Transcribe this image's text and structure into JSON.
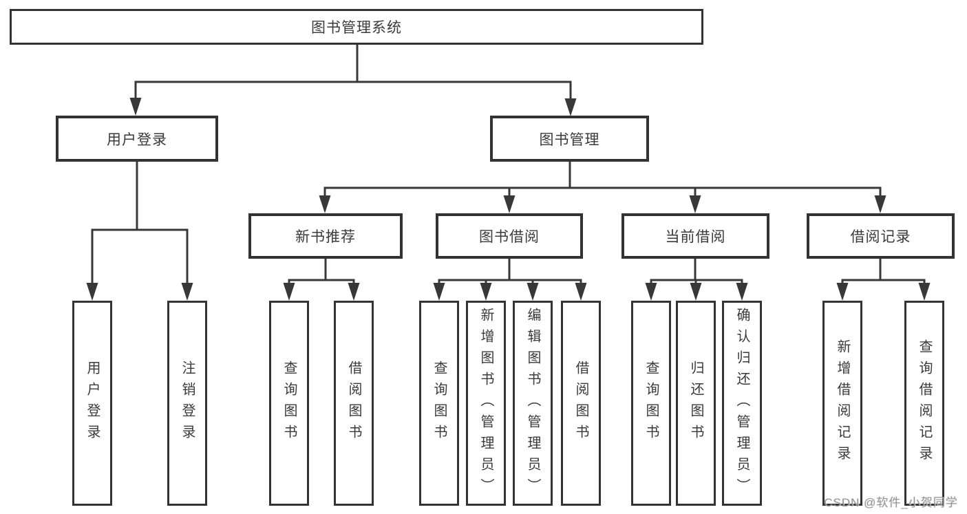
{
  "colors": {
    "ink": "#383838",
    "box_border": "#333333",
    "text": "#3a3a3a",
    "background": "#ffffff",
    "watermark": "#8f8f8f"
  },
  "diagram": {
    "root": {
      "label": "图书管理系统"
    },
    "branches": [
      {
        "label": "用户登录",
        "children": [
          {
            "label": "用户登录"
          },
          {
            "label": "注销登录"
          }
        ]
      },
      {
        "label": "图书管理",
        "children": [
          {
            "label": "新书推荐",
            "children": [
              {
                "label": "查询图书"
              },
              {
                "label": "借阅图书"
              }
            ]
          },
          {
            "label": "图书借阅",
            "children": [
              {
                "label": "查询图书"
              },
              {
                "label": "新增图书（管理员）"
              },
              {
                "label": "编辑图书（管理员）"
              },
              {
                "label": "借阅图书"
              }
            ]
          },
          {
            "label": "当前借阅",
            "children": [
              {
                "label": "查询图书"
              },
              {
                "label": "归还图书"
              },
              {
                "label": "确认归还（管理员）"
              }
            ]
          },
          {
            "label": "借阅记录",
            "children": [
              {
                "label": "新增借阅记录"
              },
              {
                "label": "查询借阅记录"
              }
            ]
          }
        ]
      }
    ]
  },
  "watermark": {
    "text": "CSDN @软件_小贺同学"
  }
}
